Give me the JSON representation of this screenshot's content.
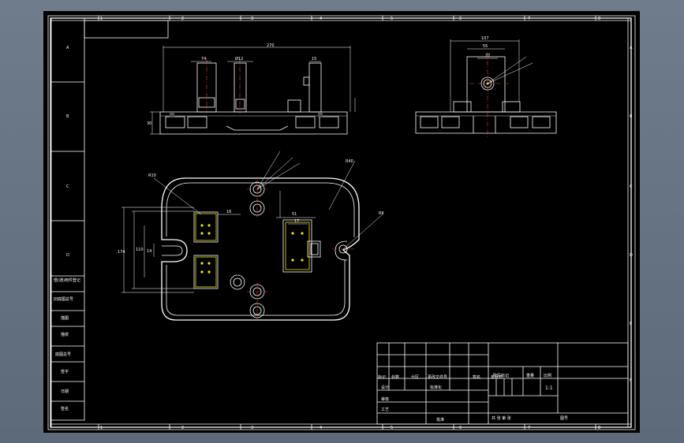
{
  "drawing": {
    "zone_columns": [
      "1",
      "2",
      "3",
      "4",
      "5",
      "6",
      "7",
      "8"
    ],
    "zone_rows": [
      "A",
      "B",
      "C",
      "D",
      "E",
      "F"
    ],
    "dimensions": {
      "front_width": "270",
      "front_hole_spacing": "74",
      "front_hole_dia": "Ø12",
      "front_small": "15",
      "front_height": "30",
      "side_width": "107",
      "side_inner": "55",
      "side_small": "27",
      "top_r40": "R40",
      "top_r10": "R10",
      "top_r6": "R6",
      "top_height_outer": "174",
      "top_height_inner": "110",
      "top_gap_14": "14",
      "top_gap_16": "16",
      "top_w51": "51",
      "top_w17": "17"
    },
    "left_panel_labels": [
      "借(通)用件登记",
      "旧底图总号",
      "描图",
      "描校",
      "底图总号",
      "签字",
      "日期",
      "签名"
    ],
    "title_block": {
      "header_labels": [
        "标记",
        "处数",
        "分区",
        "更改文件号",
        "签名",
        "年月日"
      ],
      "row_labels": [
        "设计",
        "标准化",
        "审核",
        "工艺",
        "批准"
      ],
      "stage_labels": [
        "阶段标记",
        "重量",
        "比例"
      ],
      "scale": "1:1",
      "sheet_info": "共 张 第 张",
      "misc": "图号"
    }
  }
}
